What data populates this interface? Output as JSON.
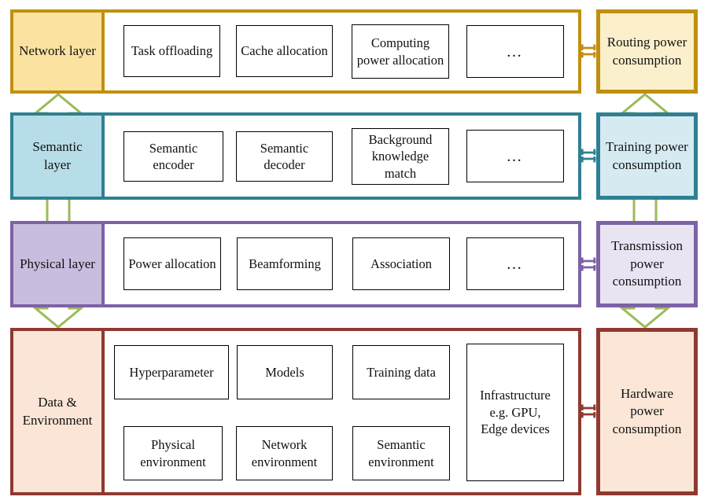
{
  "colors": {
    "arrow_green": "#9bbb59",
    "network_border": "#bf9010",
    "network_label_fill": "#fbe2a0",
    "network_right_fill": "#fcf0cc",
    "semantic_border": "#2f8093",
    "semantic_label_fill": "#b7dde8",
    "semantic_right_fill": "#d6eaf2",
    "physical_border": "#7d62a6",
    "physical_label_fill": "#c9bddf",
    "physical_right_fill": "#e9e4f2",
    "data_border": "#8e3a31",
    "data_label_fill": "#fbe5d6",
    "data_right_fill": "#fbe6d7"
  },
  "layers": [
    {
      "label": "Network layer",
      "boxes": [
        "Task offloading",
        "Cache allocation",
        "Computing power allocation",
        "…"
      ],
      "right": "Routing power consumption"
    },
    {
      "label": "Semantic\nlayer",
      "boxes": [
        "Semantic encoder",
        "Semantic decoder",
        "Background knowledge match",
        "…"
      ],
      "right": "Training power consumption"
    },
    {
      "label": "Physical layer",
      "boxes": [
        "Power allocation",
        "Beamforming",
        "Association",
        "…"
      ],
      "right": "Transmission power consumption"
    },
    {
      "label": "Data &\nEnvironment",
      "boxes_top": [
        "Hyperparameter",
        "Models",
        "Training data"
      ],
      "boxes_bottom": [
        "Physical environment",
        "Network environment",
        "Semantic environment"
      ],
      "infrastructure": "Infrastructure\ne.g. GPU,\nEdge devices",
      "right": "Hardware power consumption"
    }
  ]
}
